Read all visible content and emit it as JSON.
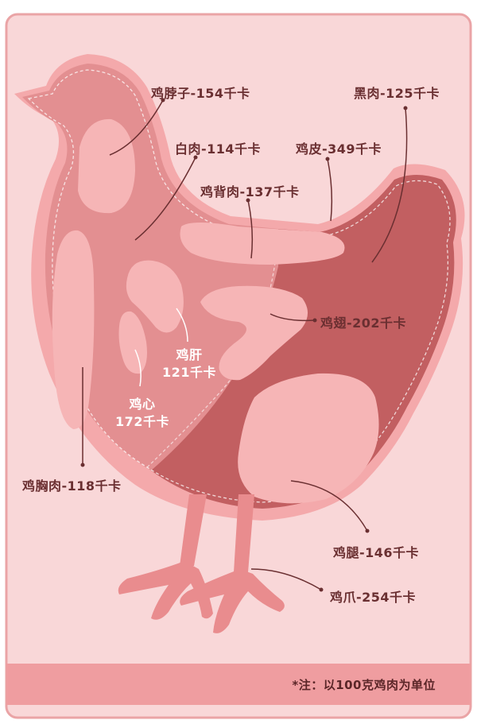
{
  "parts": {
    "neck": "鸡脖子-154千卡",
    "dark_meat": "黑肉-125千卡",
    "white_meat": "白肉-114千卡",
    "skin": "鸡皮-349千卡",
    "back_meat": "鸡背肉-137千卡",
    "wing": "鸡翅-202千卡",
    "liver_name": "鸡肝",
    "liver_kcal": "121千卡",
    "heart_name": "鸡心",
    "heart_kcal": "172千卡",
    "breast": "鸡胸肉-118千卡",
    "thigh": "鸡腿-146千卡",
    "feet": "鸡爪-254千卡"
  },
  "footnote": "*注：以100克鸡肉为单位",
  "colors": {
    "frame_fill": "#f7d2d3",
    "frame_border": "#e79fa2",
    "body_light": "#e38f91",
    "body_dark": "#c25f61",
    "part_pink": "#f6b5b6",
    "outline": "#f4a9ab",
    "legs": "#e98c8e",
    "label_text": "#6a2f31",
    "leader_line": "#6a2f31"
  }
}
